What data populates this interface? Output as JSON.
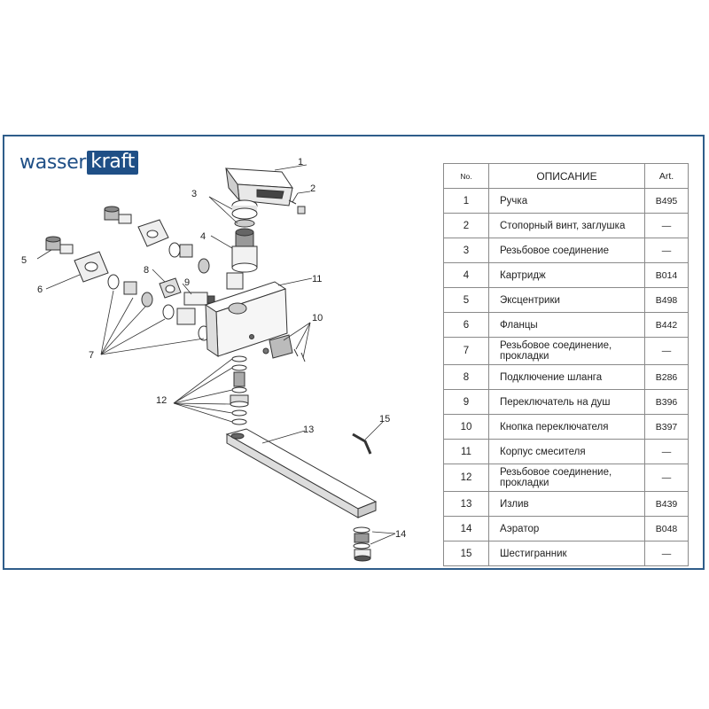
{
  "brand": {
    "part1": "wasser",
    "part2": "kraft"
  },
  "table": {
    "headers": {
      "no": "No.",
      "desc": "ОПИСАНИЕ",
      "art": "Art."
    },
    "rows": [
      {
        "no": "1",
        "desc": "Ручка",
        "art": "B495"
      },
      {
        "no": "2",
        "desc": "Стопорный винт, заглушка",
        "art": "—"
      },
      {
        "no": "3",
        "desc": "Резьбовое соединение",
        "art": "—"
      },
      {
        "no": "4",
        "desc": "Картридж",
        "art": "B014"
      },
      {
        "no": "5",
        "desc": "Эксцентрики",
        "art": "B498"
      },
      {
        "no": "6",
        "desc": "Фланцы",
        "art": "B442"
      },
      {
        "no": "7",
        "desc": "Резьбовое соединение, прокладки",
        "art": "—"
      },
      {
        "no": "8",
        "desc": "Подключение шланга",
        "art": "B286"
      },
      {
        "no": "9",
        "desc": "Переключатель на душ",
        "art": "B396"
      },
      {
        "no": "10",
        "desc": "Кнопка переключателя",
        "art": "B397"
      },
      {
        "no": "11",
        "desc": "Корпус смесителя",
        "art": "—"
      },
      {
        "no": "12",
        "desc": "Резьбовое соединение, прокладки",
        "art": "—"
      },
      {
        "no": "13",
        "desc": "Излив",
        "art": "B439"
      },
      {
        "no": "14",
        "desc": "Аэратор",
        "art": "B048"
      },
      {
        "no": "15",
        "desc": "Шестигранник",
        "art": "—"
      }
    ]
  },
  "callouts": [
    "1",
    "2",
    "3",
    "4",
    "5",
    "6",
    "7",
    "8",
    "9",
    "10",
    "11",
    "12",
    "13",
    "14",
    "15"
  ]
}
